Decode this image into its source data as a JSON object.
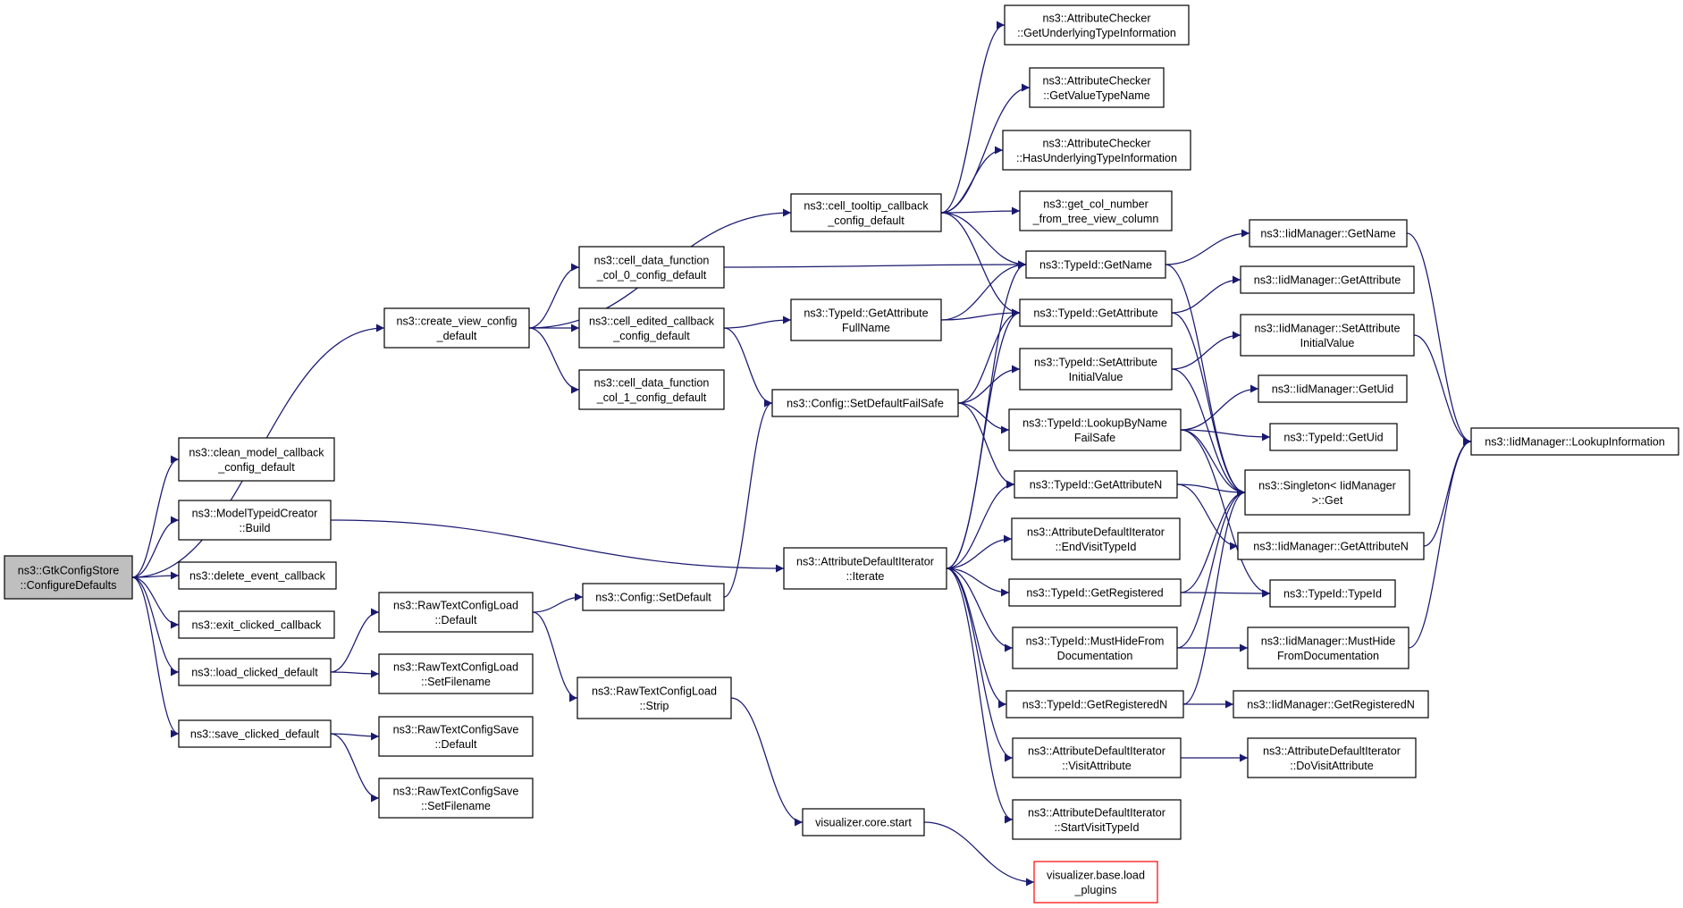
{
  "colors": {
    "edge": "#191970",
    "node_border": "#000000",
    "root_fill": "#bfbfbf",
    "missing_border": "#ff0000"
  },
  "nodes": [
    {
      "id": "gtk_configure_defaults",
      "lines": [
        "ns3::GtkConfigStore",
        "::ConfigureDefaults"
      ],
      "kind": "root"
    },
    {
      "id": "create_view_config_default",
      "lines": [
        "ns3::create_view_config",
        "_default"
      ]
    },
    {
      "id": "clean_model_callback",
      "lines": [
        "ns3::clean_model_callback",
        "_config_default"
      ]
    },
    {
      "id": "model_typeid_creator_build",
      "lines": [
        "ns3::ModelTypeidCreator",
        "::Build"
      ]
    },
    {
      "id": "delete_event_callback",
      "lines": [
        "ns3::delete_event_callback"
      ]
    },
    {
      "id": "exit_clicked_callback",
      "lines": [
        "ns3::exit_clicked_callback"
      ]
    },
    {
      "id": "load_clicked_default",
      "lines": [
        "ns3::load_clicked_default"
      ]
    },
    {
      "id": "save_clicked_default",
      "lines": [
        "ns3::save_clicked_default"
      ]
    },
    {
      "id": "cell_data_function_col_0",
      "lines": [
        "ns3::cell_data_function",
        "_col_0_config_default"
      ]
    },
    {
      "id": "cell_edited_callback",
      "lines": [
        "ns3::cell_edited_callback",
        "_config_default"
      ]
    },
    {
      "id": "cell_data_function_col_1",
      "lines": [
        "ns3::cell_data_function",
        "_col_1_config_default"
      ]
    },
    {
      "id": "raw_text_config_load_default",
      "lines": [
        "ns3::RawTextConfigLoad",
        "::Default"
      ]
    },
    {
      "id": "raw_text_config_load_set_filename",
      "lines": [
        "ns3::RawTextConfigLoad",
        "::SetFilename"
      ]
    },
    {
      "id": "raw_text_config_save_default",
      "lines": [
        "ns3::RawTextConfigSave",
        "::Default"
      ]
    },
    {
      "id": "raw_text_config_save_set_filename",
      "lines": [
        "ns3::RawTextConfigSave",
        "::SetFilename"
      ]
    },
    {
      "id": "cell_tooltip_callback",
      "lines": [
        "ns3::cell_tooltip_callback",
        "_config_default"
      ]
    },
    {
      "id": "config_set_default",
      "lines": [
        "ns3::Config::SetDefault"
      ]
    },
    {
      "id": "raw_text_config_load_strip",
      "lines": [
        "ns3::RawTextConfigLoad",
        "::Strip"
      ]
    },
    {
      "id": "typeid_get_attribute_full_name",
      "lines": [
        "ns3::TypeId::GetAttribute",
        "FullName"
      ]
    },
    {
      "id": "config_set_default_fail_safe",
      "lines": [
        "ns3::Config::SetDefaultFailSafe"
      ]
    },
    {
      "id": "attribute_default_iterator_iterate",
      "lines": [
        "ns3::AttributeDefaultIterator",
        "::Iterate"
      ]
    },
    {
      "id": "visualizer_core_start",
      "lines": [
        "visualizer.core.start"
      ]
    },
    {
      "id": "checker_get_underlying_type_info",
      "lines": [
        "ns3::AttributeChecker",
        "::GetUnderlyingTypeInformation"
      ]
    },
    {
      "id": "checker_get_value_type_name",
      "lines": [
        "ns3::AttributeChecker",
        "::GetValueTypeName"
      ]
    },
    {
      "id": "checker_has_underlying_type_info",
      "lines": [
        "ns3::AttributeChecker",
        "::HasUnderlyingTypeInformation"
      ]
    },
    {
      "id": "get_col_number",
      "lines": [
        "ns3::get_col_number",
        "_from_tree_view_column"
      ]
    },
    {
      "id": "typeid_get_name",
      "lines": [
        "ns3::TypeId::GetName"
      ]
    },
    {
      "id": "typeid_get_attribute",
      "lines": [
        "ns3::TypeId::GetAttribute"
      ]
    },
    {
      "id": "typeid_set_attribute_initial_value",
      "lines": [
        "ns3::TypeId::SetAttribute",
        "InitialValue"
      ]
    },
    {
      "id": "typeid_lookup_by_name_fail_safe",
      "lines": [
        "ns3::TypeId::LookupByName",
        "FailSafe"
      ]
    },
    {
      "id": "typeid_get_attribute_n",
      "lines": [
        "ns3::TypeId::GetAttributeN"
      ]
    },
    {
      "id": "adi_end_visit_typeid",
      "lines": [
        "ns3::AttributeDefaultIterator",
        "::EndVisitTypeId"
      ]
    },
    {
      "id": "typeid_get_registered",
      "lines": [
        "ns3::TypeId::GetRegistered"
      ]
    },
    {
      "id": "typeid_must_hide_from_documentation",
      "lines": [
        "ns3::TypeId::MustHideFrom",
        "Documentation"
      ]
    },
    {
      "id": "typeid_get_registered_n",
      "lines": [
        "ns3::TypeId::GetRegisteredN"
      ]
    },
    {
      "id": "adi_visit_attribute",
      "lines": [
        "ns3::AttributeDefaultIterator",
        "::VisitAttribute"
      ]
    },
    {
      "id": "adi_start_visit_typeid",
      "lines": [
        "ns3::AttributeDefaultIterator",
        "::StartVisitTypeId"
      ]
    },
    {
      "id": "visualizer_base_load_plugins",
      "lines": [
        "visualizer.base.load",
        "_plugins"
      ],
      "kind": "missing"
    },
    {
      "id": "iidmanager_get_name",
      "lines": [
        "ns3::IidManager::GetName"
      ]
    },
    {
      "id": "iidmanager_get_attribute",
      "lines": [
        "ns3::IidManager::GetAttribute"
      ]
    },
    {
      "id": "iidmanager_set_attribute_initial_value",
      "lines": [
        "ns3::IidManager::SetAttribute",
        "InitialValue"
      ]
    },
    {
      "id": "iidmanager_get_uid",
      "lines": [
        "ns3::IidManager::GetUid"
      ]
    },
    {
      "id": "typeid_get_uid",
      "lines": [
        "ns3::TypeId::GetUid"
      ]
    },
    {
      "id": "singleton_iidmanager_get",
      "lines": [
        "ns3::Singleton< IidManager",
        ">::Get"
      ]
    },
    {
      "id": "iidmanager_get_attribute_n",
      "lines": [
        "ns3::IidManager::GetAttributeN"
      ]
    },
    {
      "id": "typeid_typeid",
      "lines": [
        "ns3::TypeId::TypeId"
      ]
    },
    {
      "id": "iidmanager_must_hide_from_documentation",
      "lines": [
        "ns3::IidManager::MustHide",
        "FromDocumentation"
      ]
    },
    {
      "id": "iidmanager_get_registered_n",
      "lines": [
        "ns3::IidManager::GetRegisteredN"
      ]
    },
    {
      "id": "adi_do_visit_attribute",
      "lines": [
        "ns3::AttributeDefaultIterator",
        "::DoVisitAttribute"
      ]
    },
    {
      "id": "iidmanager_lookup_information",
      "lines": [
        "ns3::IidManager::LookupInformation"
      ]
    }
  ],
  "edges": [
    [
      "gtk_configure_defaults",
      "create_view_config_default"
    ],
    [
      "gtk_configure_defaults",
      "clean_model_callback"
    ],
    [
      "gtk_configure_defaults",
      "model_typeid_creator_build"
    ],
    [
      "gtk_configure_defaults",
      "delete_event_callback"
    ],
    [
      "gtk_configure_defaults",
      "exit_clicked_callback"
    ],
    [
      "gtk_configure_defaults",
      "load_clicked_default"
    ],
    [
      "gtk_configure_defaults",
      "save_clicked_default"
    ],
    [
      "create_view_config_default",
      "cell_tooltip_callback"
    ],
    [
      "create_view_config_default",
      "cell_data_function_col_0"
    ],
    [
      "create_view_config_default",
      "cell_edited_callback"
    ],
    [
      "create_view_config_default",
      "cell_data_function_col_1"
    ],
    [
      "model_typeid_creator_build",
      "attribute_default_iterator_iterate"
    ],
    [
      "load_clicked_default",
      "raw_text_config_load_default"
    ],
    [
      "load_clicked_default",
      "raw_text_config_load_set_filename"
    ],
    [
      "save_clicked_default",
      "raw_text_config_save_default"
    ],
    [
      "save_clicked_default",
      "raw_text_config_save_set_filename"
    ],
    [
      "raw_text_config_load_default",
      "config_set_default"
    ],
    [
      "raw_text_config_load_default",
      "raw_text_config_load_strip"
    ],
    [
      "config_set_default",
      "config_set_default_fail_safe"
    ],
    [
      "raw_text_config_load_strip",
      "visualizer_core_start"
    ],
    [
      "visualizer_core_start",
      "visualizer_base_load_plugins"
    ],
    [
      "cell_data_function_col_0",
      "typeid_get_name"
    ],
    [
      "cell_edited_callback",
      "typeid_get_attribute_full_name"
    ],
    [
      "cell_edited_callback",
      "config_set_default_fail_safe"
    ],
    [
      "cell_tooltip_callback",
      "checker_get_underlying_type_info"
    ],
    [
      "cell_tooltip_callback",
      "checker_get_value_type_name"
    ],
    [
      "cell_tooltip_callback",
      "checker_has_underlying_type_info"
    ],
    [
      "cell_tooltip_callback",
      "get_col_number"
    ],
    [
      "cell_tooltip_callback",
      "typeid_get_name"
    ],
    [
      "cell_tooltip_callback",
      "typeid_get_attribute"
    ],
    [
      "typeid_get_attribute_full_name",
      "typeid_get_name"
    ],
    [
      "typeid_get_attribute_full_name",
      "typeid_get_attribute"
    ],
    [
      "config_set_default_fail_safe",
      "typeid_get_attribute"
    ],
    [
      "config_set_default_fail_safe",
      "typeid_set_attribute_initial_value"
    ],
    [
      "config_set_default_fail_safe",
      "typeid_lookup_by_name_fail_safe"
    ],
    [
      "config_set_default_fail_safe",
      "typeid_get_attribute_n"
    ],
    [
      "attribute_default_iterator_iterate",
      "typeid_get_name"
    ],
    [
      "attribute_default_iterator_iterate",
      "typeid_get_attribute"
    ],
    [
      "attribute_default_iterator_iterate",
      "typeid_get_attribute_n"
    ],
    [
      "attribute_default_iterator_iterate",
      "adi_end_visit_typeid"
    ],
    [
      "attribute_default_iterator_iterate",
      "typeid_get_registered"
    ],
    [
      "attribute_default_iterator_iterate",
      "typeid_must_hide_from_documentation"
    ],
    [
      "attribute_default_iterator_iterate",
      "typeid_get_registered_n"
    ],
    [
      "attribute_default_iterator_iterate",
      "adi_visit_attribute"
    ],
    [
      "attribute_default_iterator_iterate",
      "adi_start_visit_typeid"
    ],
    [
      "typeid_get_name",
      "iidmanager_get_name"
    ],
    [
      "typeid_get_name",
      "singleton_iidmanager_get"
    ],
    [
      "typeid_get_attribute",
      "iidmanager_get_attribute"
    ],
    [
      "typeid_get_attribute",
      "singleton_iidmanager_get"
    ],
    [
      "typeid_set_attribute_initial_value",
      "iidmanager_set_attribute_initial_value"
    ],
    [
      "typeid_set_attribute_initial_value",
      "singleton_iidmanager_get"
    ],
    [
      "typeid_lookup_by_name_fail_safe",
      "iidmanager_get_uid"
    ],
    [
      "typeid_lookup_by_name_fail_safe",
      "typeid_get_uid"
    ],
    [
      "typeid_lookup_by_name_fail_safe",
      "singleton_iidmanager_get"
    ],
    [
      "typeid_lookup_by_name_fail_safe",
      "typeid_typeid"
    ],
    [
      "typeid_get_attribute_n",
      "singleton_iidmanager_get"
    ],
    [
      "typeid_get_attribute_n",
      "iidmanager_get_attribute_n"
    ],
    [
      "typeid_get_registered",
      "singleton_iidmanager_get"
    ],
    [
      "typeid_get_registered",
      "typeid_typeid"
    ],
    [
      "typeid_must_hide_from_documentation",
      "singleton_iidmanager_get"
    ],
    [
      "typeid_must_hide_from_documentation",
      "iidmanager_must_hide_from_documentation"
    ],
    [
      "typeid_get_registered_n",
      "singleton_iidmanager_get"
    ],
    [
      "typeid_get_registered_n",
      "iidmanager_get_registered_n"
    ],
    [
      "adi_visit_attribute",
      "adi_do_visit_attribute"
    ],
    [
      "iidmanager_get_name",
      "iidmanager_lookup_information"
    ],
    [
      "iidmanager_set_attribute_initial_value",
      "iidmanager_lookup_information"
    ],
    [
      "iidmanager_get_attribute_n",
      "iidmanager_lookup_information"
    ],
    [
      "iidmanager_must_hide_from_documentation",
      "iidmanager_lookup_information"
    ]
  ]
}
